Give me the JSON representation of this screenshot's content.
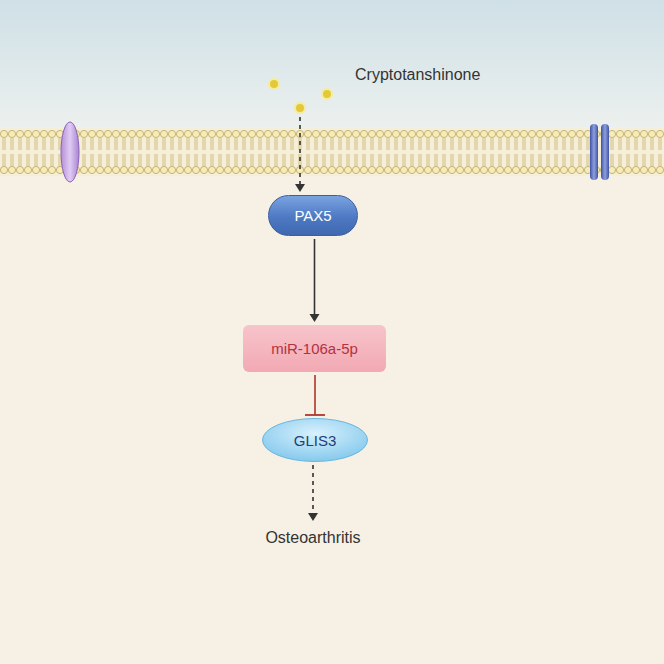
{
  "diagram": {
    "nodes": [
      {
        "text": [
          "Cryptotanshinone"
        ]
      },
      {
        "text": [
          "PAX5"
        ]
      },
      {
        "text": [
          "miR-106a-5p"
        ]
      },
      {
        "text": [
          "GLIS3"
        ]
      },
      {
        "text": [
          "Osteoarthritis"
        ]
      }
    ],
    "edges": [
      {
        "from": 0,
        "to": 1,
        "arrow": "to"
      },
      {
        "from": 1,
        "to": 2,
        "arrow": "to"
      },
      {
        "from": 2,
        "to": 3,
        "arrow": "to"
      },
      {
        "from": 3,
        "to": 4,
        "arrow": "to"
      }
    ]
  }
}
